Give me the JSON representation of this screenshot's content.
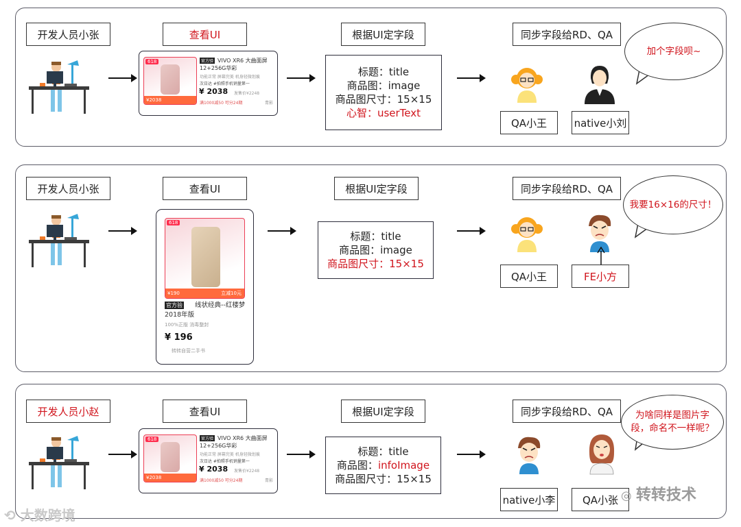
{
  "colors": {
    "accent_red": "#d0141c",
    "border": "#5a5a66"
  },
  "rows": [
    {
      "developer": "开发人员小张",
      "view_ui": "查看UI",
      "define_fields": "根据UI定字段",
      "sync": "同步字段给RD、QA",
      "fields": [
        "标题：title",
        "商品图：image",
        "商品图尺寸：15×15",
        "心智：userText"
      ],
      "qa": "QA小王",
      "other": "native小刘",
      "bubble": "加个字段呗~",
      "card": {
        "tag": "618",
        "badge": "官方验",
        "title": "VIVO XR6 大曲面屏 12+256G华彩",
        "tags": "功能正常  屏幕完美  机身轻微划痕",
        "ship": "次日达  #拍照手机销量第一",
        "price": "¥ 2038",
        "old_price": "发售价¥2248",
        "bar": "¥2038",
        "coupon": "满1000减50  可分24期",
        "seller": "青影"
      }
    },
    {
      "developer": "开发人员小张",
      "view_ui": "查看UI",
      "define_fields": "根据UI定字段",
      "sync": "同步字段给RD、QA",
      "fields": [
        "标题：title",
        "商品图：image",
        "商品图尺寸：15×15"
      ],
      "qa": "QA小王",
      "other": "FE小方",
      "bubble": "我要16×16的尺寸！",
      "card": {
        "tag": "618",
        "bar_left": "¥190",
        "bar_right": "立减10元",
        "badge": "官方验",
        "title": "线状经典--红楼梦 2018年版",
        "tags": "100%正版  消毒整封",
        "price": "¥ 196",
        "seller": "转转自营二手书"
      }
    },
    {
      "developer": "开发人员小赵",
      "view_ui": "查看UI",
      "define_fields": "根据UI定字段",
      "sync": "同步字段给RD、QA",
      "fields": [
        "标题：title",
        "商品图：infoImage",
        "商品图尺寸：15×15"
      ],
      "qa": "QA小张",
      "other": "native小李",
      "bubble": "为啥同样是图片字段，命名不一样呢？",
      "bubble_lines": [
        "为啥同样是图片字",
        "段，命名不一样呢？"
      ],
      "card": {
        "tag": "618",
        "badge": "官方验",
        "title": "VIVO XR6 大曲面屏 12+256G华彩",
        "tags": "功能正常  屏幕完美  机身轻微划痕",
        "ship": "次日达  #拍照手机销量第一",
        "price": "¥ 2038",
        "old_price": "发售价¥2248",
        "bar": "¥2038",
        "coupon": "满1000减50  可分24期",
        "seller": "青影"
      }
    }
  ],
  "watermarks": {
    "left": "大数跨境",
    "right": "转转技术"
  }
}
